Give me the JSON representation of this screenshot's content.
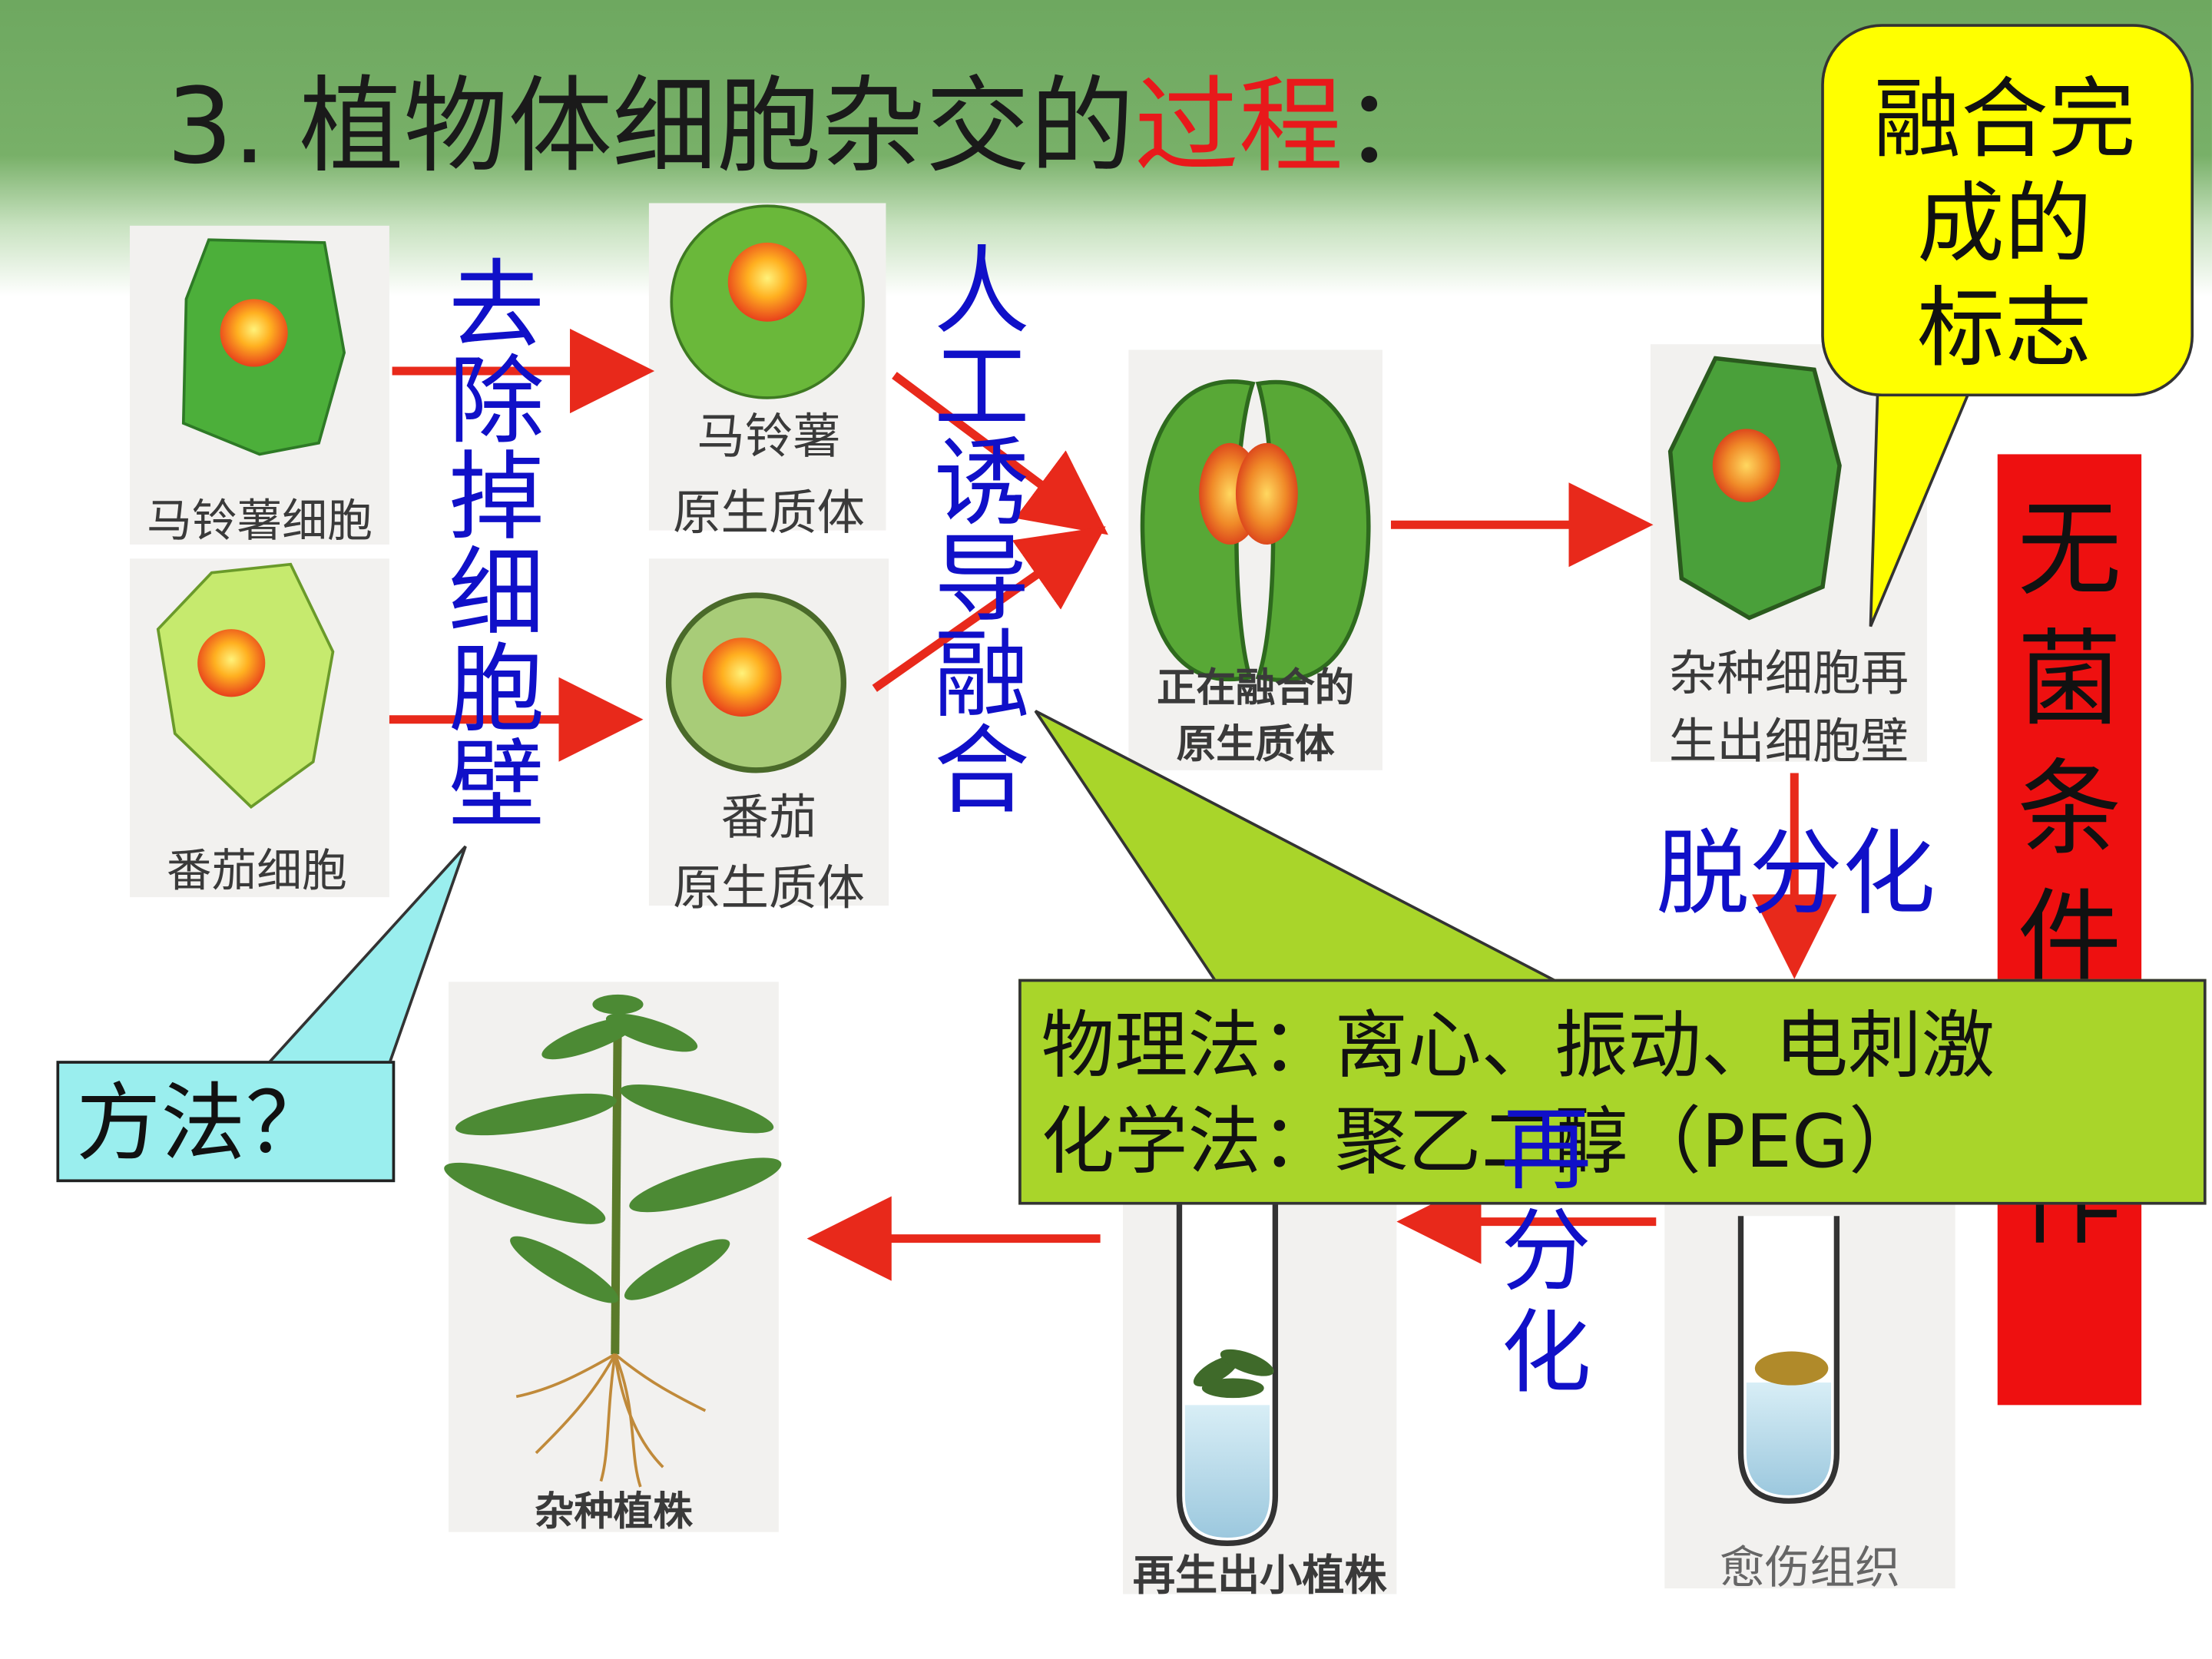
{
  "title": {
    "prefix": "3. 植物体细胞杂交的",
    "highlight": "过程",
    "suffix": "："
  },
  "cells": {
    "potato_cell": "马铃薯细胞",
    "tomato_cell": "番茄细胞",
    "potato_protoplast": [
      "马铃薯",
      "原生质体"
    ],
    "tomato_protoplast": [
      "番茄",
      "原生质体"
    ],
    "fusing_protoplast": [
      "正在融合的",
      "原生质体"
    ],
    "hybrid_cell": [
      "杂种细胞再",
      "生出细胞壁"
    ],
    "callus": "愈伤组织",
    "plantlet": "再生出小植株",
    "hybrid_plant": "杂种植株"
  },
  "steps": {
    "remove_wall": "去除掉细胞壁",
    "induce_fusion": "人工诱导融合",
    "dedifferentiation": "脱分化",
    "redifferentiation": "再分化",
    "sterile": "无菌条件操作"
  },
  "callouts": {
    "fusion_done": [
      "融合完",
      "成的",
      "标志"
    ],
    "method_question": "方法？",
    "fusion_methods": [
      "物理法：离心、振动、电刺激",
      "化学法：聚乙二醇（PEG）"
    ]
  },
  "colors": {
    "arrow": "#e8291b",
    "step_label": "#1010c8",
    "sterile_box": "#ee1010",
    "fusion_callout": "#ffff00",
    "method_callout": "#9aeeee",
    "methods_callout": "#a9d52a",
    "header": "#6ea860"
  }
}
